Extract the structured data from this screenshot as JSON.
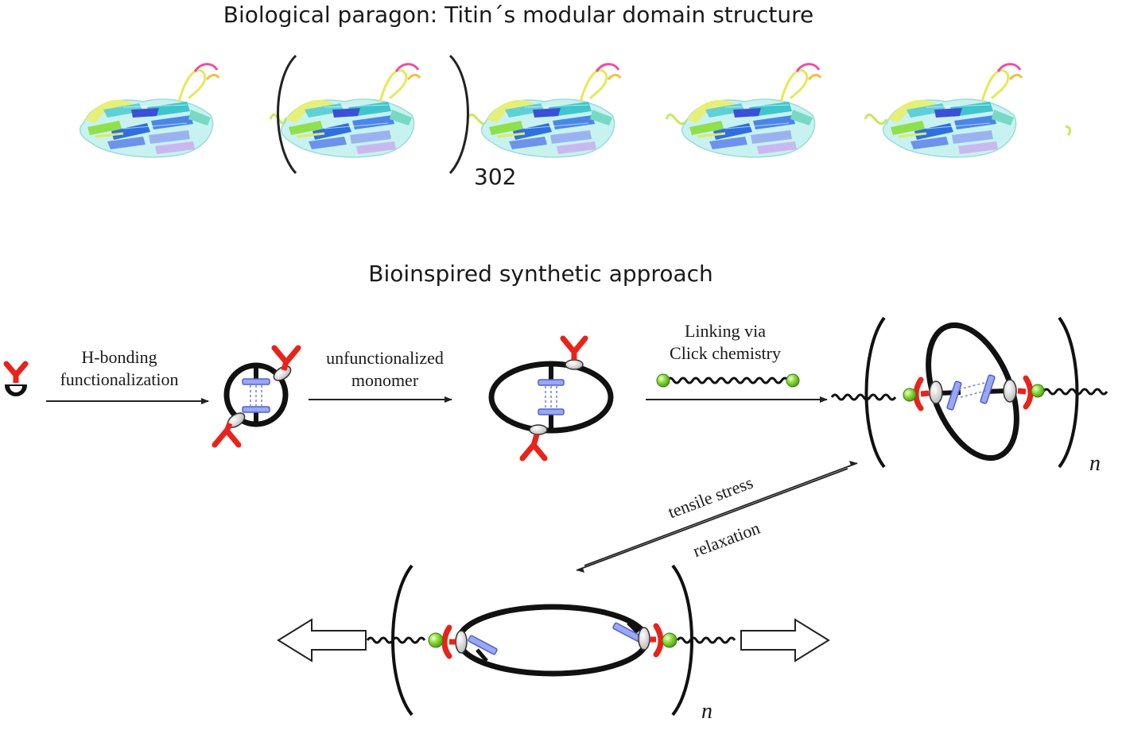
{
  "top": {
    "title": "Biological paragon: Titin´s modular domain structure",
    "repeat_count": "302"
  },
  "bottom": {
    "title": "Bioinspired synthetic approach",
    "step1_line1": "H-bonding",
    "step1_line2": "functionalization",
    "step2_line1": "unfunctionalized",
    "step2_line2": "monomer",
    "step3_line1": "Linking via",
    "step3_line2": "Click chemistry",
    "forward_label": "tensile stress",
    "reverse_label": "relaxation",
    "repeat_symbol": "n"
  },
  "colors": {
    "h_bond_unit": "#e8231b",
    "click_end": "#7fd42a",
    "hbond_bar": "#6f7fe0",
    "ring": "#111111"
  }
}
